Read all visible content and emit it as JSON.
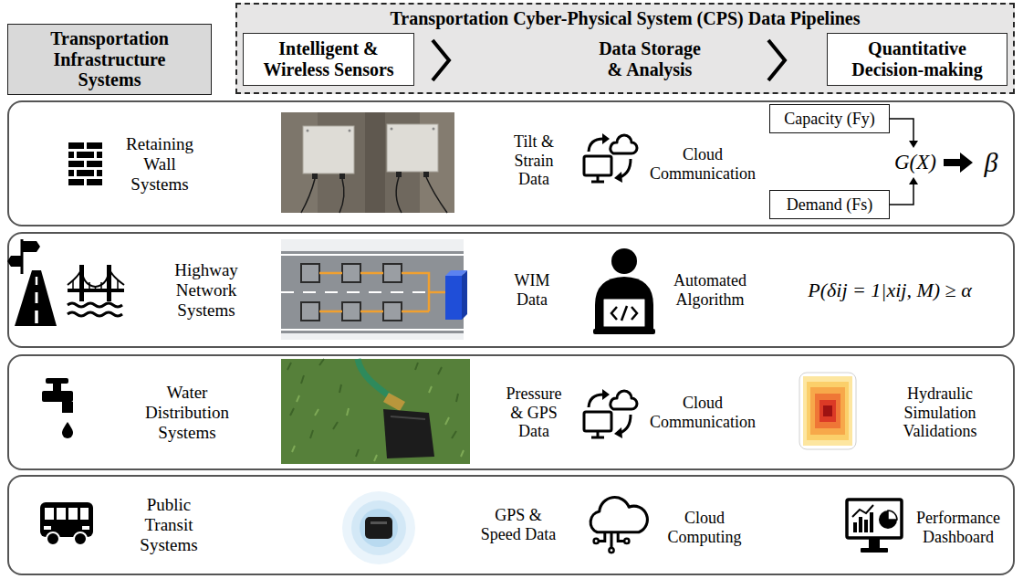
{
  "diagram": {
    "nodes": [
      {
        "text": [
          "Transportation Infrastructure Systems"
        ]
      },
      {
        "text": [
          "Transportation Cyber-Physical System (CPS) Data Pipelines"
        ]
      },
      {
        "text": [
          "Intelligent & Wireless Sensors"
        ],
        "in": 1
      },
      {
        "text": [
          "Quantitative Decision-making"
        ],
        "in": 1
      },
      {
        "text": [
          "Retaining Wall Systems",
          "Tilt & Strain Data",
          "Cloud Communication"
        ]
      },
      {
        "text": [
          "Capacity (Fy)"
        ],
        "in": 4
      },
      {
        "text": [
          "Demand (Fs)"
        ],
        "in": 4
      },
      {
        "text": [
          "Highway Network Systems",
          "WIM Data",
          "Automated Algorithm",
          "P(δij = 1|xij, M) ≥ α"
        ]
      },
      {
        "text": [
          "Water Distribution Systems",
          "Pressure & GPS Data",
          "Cloud Communication",
          "Hydraulic Simulation Validations"
        ]
      },
      {
        "text": [
          "Public Transit Systems",
          "GPS & Speed Data",
          "Cloud Computing",
          "Performance Dashboard"
        ]
      }
    ],
    "labels": [
      "Data Storage & Analysis",
      "G(X)",
      "β"
    ]
  }
}
